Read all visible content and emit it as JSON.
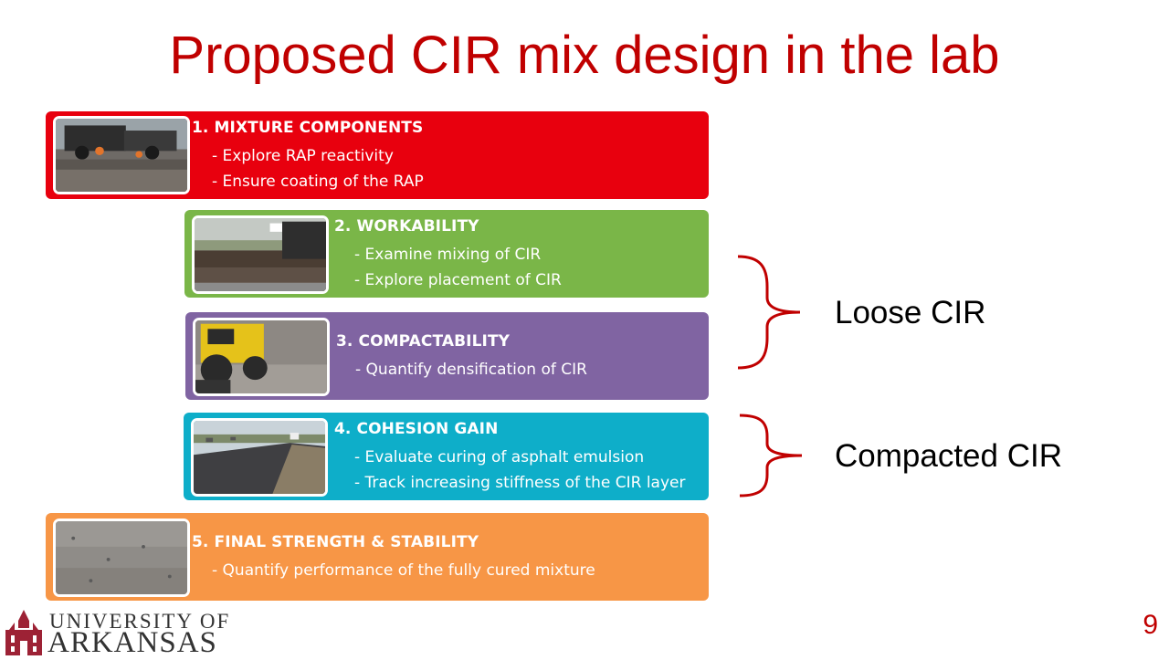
{
  "slide": {
    "title": "Proposed CIR mix design in the lab",
    "page_number": "9"
  },
  "steps": [
    {
      "heading": "1. MIXTURE COMPONENTS",
      "lines": [
        "- Explore RAP reactivity",
        "- Ensure coating of the RAP"
      ],
      "color": "#e8000e"
    },
    {
      "heading": "2.  WORKABILITY",
      "lines": [
        "- Examine mixing of CIR",
        "- Explore placement of CIR"
      ],
      "color": "#7ab648"
    },
    {
      "heading": "3.  COMPACTABILITY",
      "lines": [
        "- Quantify densification of CIR"
      ],
      "color": "#8064a2"
    },
    {
      "heading": "4.  COHESION GAIN",
      "lines": [
        "- Evaluate curing of asphalt emulsion",
        "- Track increasing stiffness of the CIR layer"
      ],
      "color": "#0eaec9"
    },
    {
      "heading": "5.  FINAL STRENGTH & STABILITY",
      "lines": [
        "- Quantify performance of the fully cured mixture"
      ],
      "color": "#f79646"
    }
  ],
  "groups": {
    "loose": "Loose CIR",
    "compacted": "Compacted CIR"
  },
  "logo": {
    "line1": "UNIVERSITY OF",
    "line2": "ARKANSAS"
  }
}
